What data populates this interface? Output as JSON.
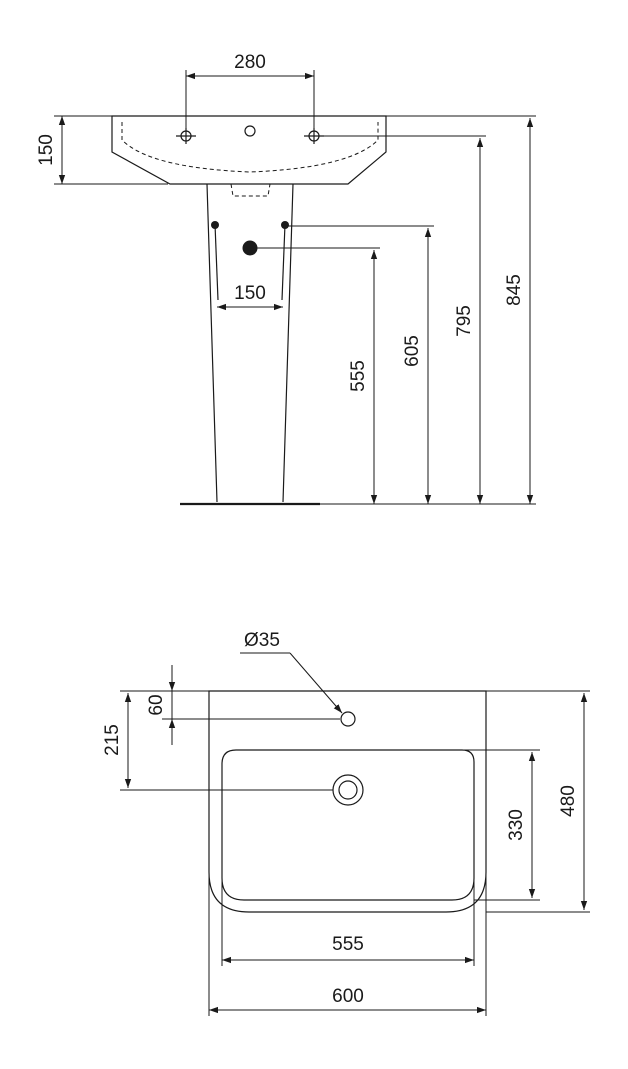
{
  "side_view": {
    "dims": {
      "tap_hole_spacing": "280",
      "basin_height": "150",
      "supply_spacing": "150",
      "waste_height": "555",
      "supply_height": "605",
      "basin_top_front": "795",
      "overall_height": "845"
    }
  },
  "top_view": {
    "dims": {
      "tap_hole_diameter": "Ø35",
      "tap_hole_offset": "60",
      "waste_offset": "215",
      "bowl_depth": "330",
      "overall_depth": "480",
      "bowl_width": "555",
      "overall_width": "600"
    }
  },
  "colors": {
    "line": "#1a1a1a",
    "background": "#ffffff"
  }
}
